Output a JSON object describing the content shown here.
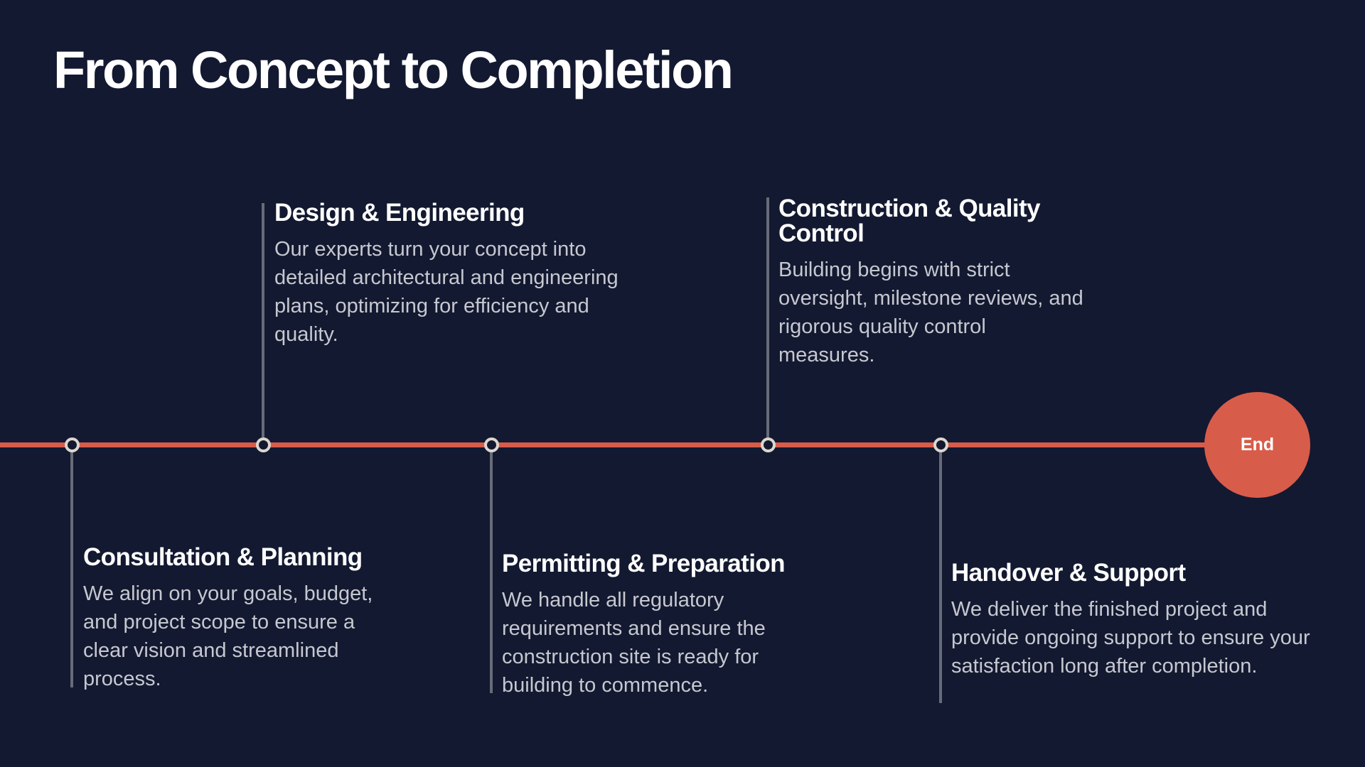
{
  "slide": {
    "title": "From Concept to Completion"
  },
  "colors": {
    "background": "#131930",
    "accent": "#d85c4a",
    "node_ring": "#dcd7cf",
    "connector": "#676c78",
    "heading": "#ffffff",
    "body_text": "#c6c8d0"
  },
  "timeline": {
    "end_label": "End",
    "steps": [
      {
        "title": "Consultation & Planning",
        "description": "We align on your goals, budget, and project scope to ensure a clear vision and streamlined process.",
        "side": "below"
      },
      {
        "title": "Design & Engineering",
        "description": "Our experts turn your concept into detailed architectural and engineering plans, optimizing for efficiency and quality.",
        "side": "above"
      },
      {
        "title": "Permitting & Preparation",
        "description": "We handle all regulatory requirements and ensure the construction site is ready for building to commence.",
        "side": "below"
      },
      {
        "title": "Construction & Quality Control",
        "description": "Building begins with strict oversight, milestone reviews, and rigorous quality control measures.",
        "side": "above"
      },
      {
        "title": "Handover & Support",
        "description": "We deliver the finished project and provide ongoing support to ensure your satisfaction long after completion.",
        "side": "below"
      }
    ]
  }
}
